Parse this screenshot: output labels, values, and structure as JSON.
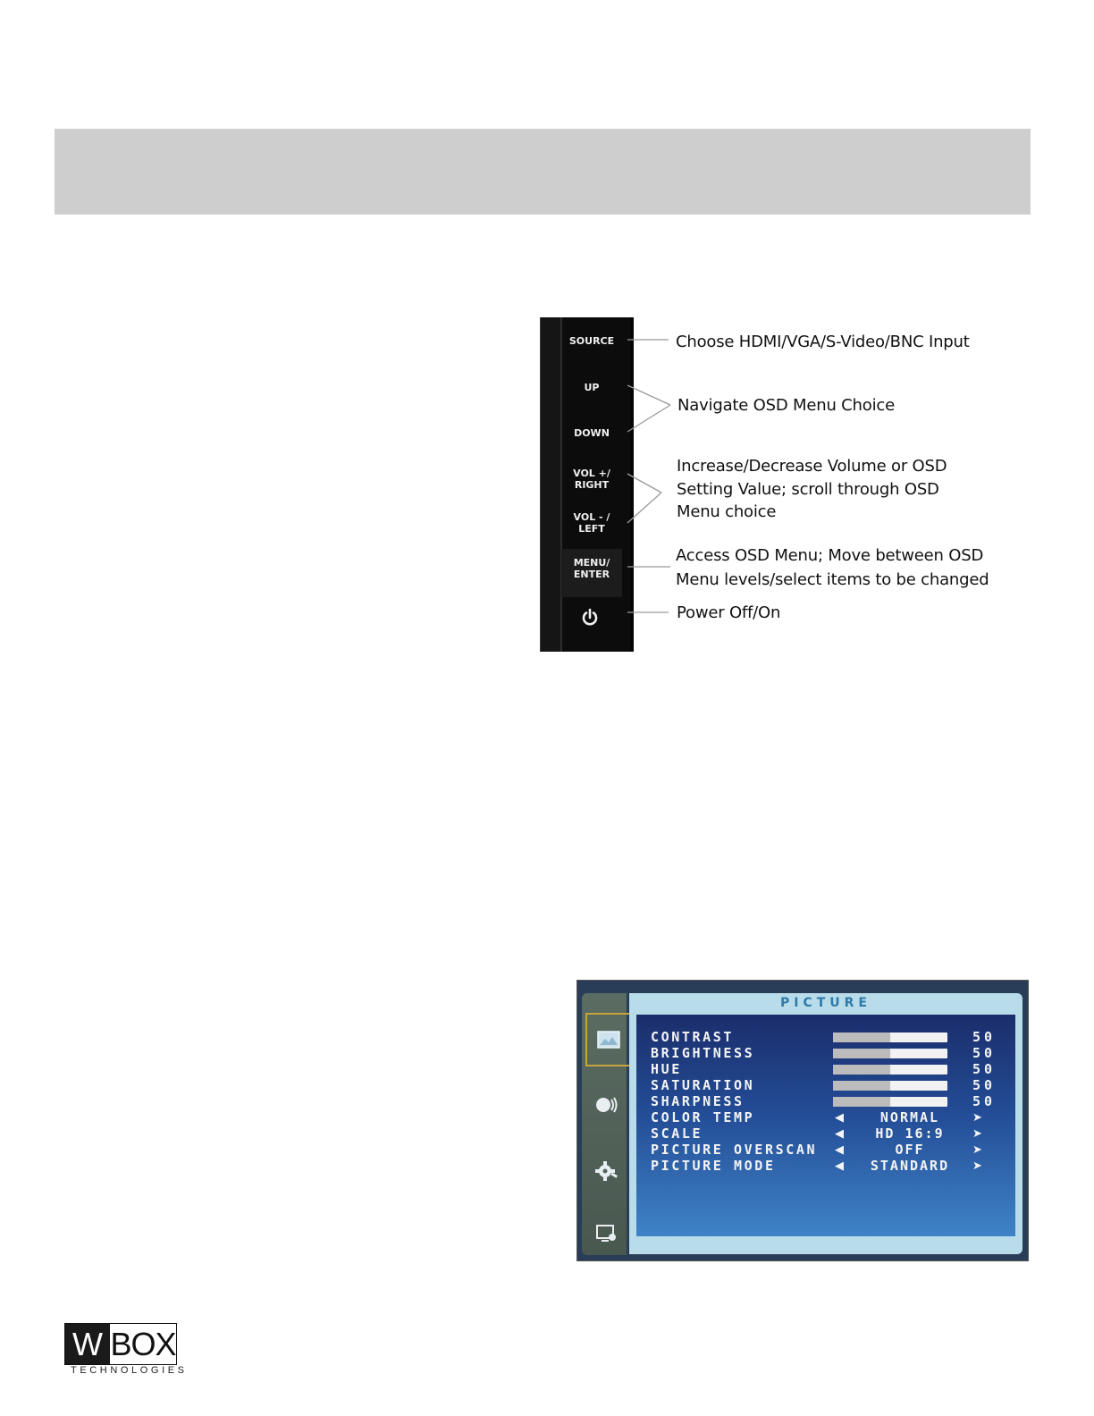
{
  "panel": {
    "buttons": [
      {
        "label": "SOURCE"
      },
      {
        "label": "UP"
      },
      {
        "label": "DOWN"
      },
      {
        "label": "VOL +/\nRIGHT"
      },
      {
        "label": "VOL - /\nLEFT"
      },
      {
        "label": "MENU/\nENTER"
      }
    ],
    "power_icon": "power-icon",
    "callouts": [
      {
        "text": "Choose HDMI/VGA/S-Video/BNC Input"
      },
      {
        "text": "Navigate OSD Menu Choice"
      },
      {
        "text": "Increase/Decrease Volume or OSD"
      },
      {
        "text": "Setting Value; scroll through OSD"
      },
      {
        "text": "Menu choice"
      },
      {
        "text": "Access OSD Menu; Move between OSD"
      },
      {
        "text": "Menu levels/select items to be changed"
      },
      {
        "text": "Power Off/On"
      }
    ]
  },
  "osd": {
    "title": "PICTURE",
    "tabs": [
      "picture-icon",
      "sound-icon",
      "settings-icon",
      "display-icon"
    ],
    "sliders": [
      {
        "label": "CONTRAST",
        "value": "50",
        "level": 0.5
      },
      {
        "label": "BRIGHTNESS",
        "value": "50",
        "level": 0.5
      },
      {
        "label": "HUE",
        "value": "50",
        "level": 0.5
      },
      {
        "label": "SATURATION",
        "value": "50",
        "level": 0.5
      },
      {
        "label": "SHARPNESS",
        "value": "50",
        "level": 0.5
      }
    ],
    "options": [
      {
        "label": "COLOR TEMP",
        "value": "NORMAL"
      },
      {
        "label": "SCALE",
        "value": "HD 16:9"
      },
      {
        "label": "PICTURE OVERSCAN",
        "value": "OFF"
      },
      {
        "label": "PICTURE MODE",
        "value": "STANDARD"
      }
    ],
    "arrow_left": "◀",
    "arrow_right": "➤"
  },
  "logo": {
    "w": "W",
    "box": "BOX",
    "sub": "TECHNOLOGIES"
  }
}
